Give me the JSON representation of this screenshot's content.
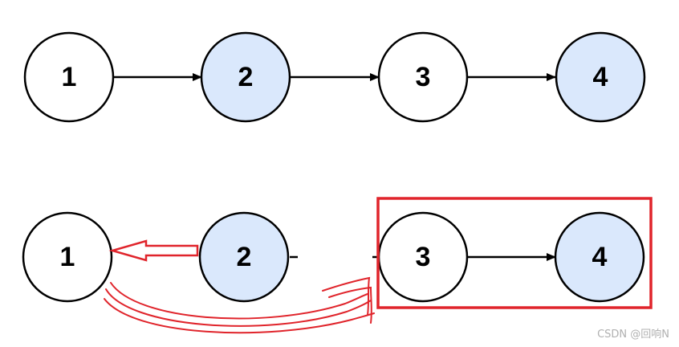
{
  "colors": {
    "white_node": "#ffffff",
    "blue_node": "#dae8fc",
    "stroke": "#000000",
    "highlight": "#e0242b"
  },
  "top_row": {
    "nodes": [
      {
        "label": "1",
        "fill": "white"
      },
      {
        "label": "2",
        "fill": "blue"
      },
      {
        "label": "3",
        "fill": "white"
      },
      {
        "label": "4",
        "fill": "blue"
      }
    ]
  },
  "bottom_row": {
    "nodes": [
      {
        "label": "1",
        "fill": "white"
      },
      {
        "label": "2",
        "fill": "blue"
      },
      {
        "label": "3",
        "fill": "white"
      },
      {
        "label": "4",
        "fill": "blue"
      }
    ]
  },
  "watermark": "CSDN @回响N"
}
